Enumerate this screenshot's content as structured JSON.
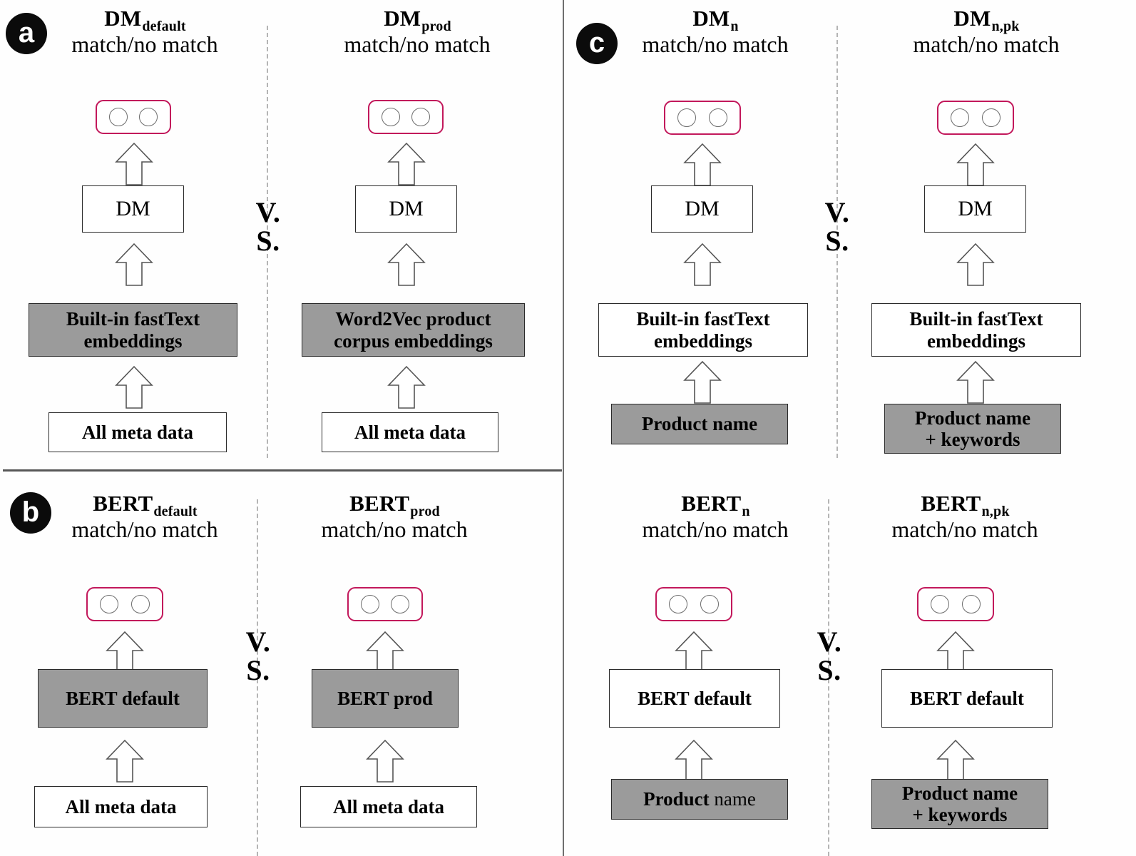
{
  "figure": {
    "panels": [
      {
        "id": "a",
        "badge": "a",
        "columns": [
          {
            "title_model": "DM",
            "title_sub_script": "default",
            "title_sub": "match/no match",
            "nodes": [
              {
                "label": "DM",
                "style": "plain-white"
              },
              {
                "label": "Built-in fastText embeddings",
                "style": "bold-gray"
              },
              {
                "label": "All meta data",
                "style": "bold-white"
              }
            ]
          },
          {
            "title_model": "DM",
            "title_sub_script": "prod",
            "title_sub": "match/no match",
            "nodes": [
              {
                "label": "DM",
                "style": "plain-white"
              },
              {
                "label": "Word2Vec product corpus embeddings",
                "style": "bold-gray"
              },
              {
                "label": "All meta data",
                "style": "bold-white"
              }
            ]
          }
        ]
      },
      {
        "id": "b",
        "badge": "b",
        "columns": [
          {
            "title_model": "BERT",
            "title_sub_script": "default",
            "title_sub": "match/no match",
            "nodes": [
              {
                "label": "BERT default",
                "style": "bold-gray"
              },
              {
                "label": "All meta data",
                "style": "bold-white"
              }
            ]
          },
          {
            "title_model": "BERT",
            "title_sub_script": "prod",
            "title_sub": "match/no match",
            "nodes": [
              {
                "label": "BERT prod",
                "style": "bold-gray"
              },
              {
                "label": "All meta data",
                "style": "bold-white"
              }
            ]
          }
        ]
      },
      {
        "id": "c",
        "badge": "c",
        "columns": [
          {
            "title_model": "DM",
            "title_sub_script": "n",
            "title_sub": "match/no match",
            "nodes": [
              {
                "label": "DM",
                "style": "plain-white"
              },
              {
                "label": "Built-in fastText embeddings",
                "style": "bold-white"
              },
              {
                "label": "Product name",
                "style": "bold-gray"
              }
            ]
          },
          {
            "title_model": "DM",
            "title_sub_script": "n,pk",
            "title_sub": "match/no match",
            "nodes": [
              {
                "label": "DM",
                "style": "plain-white"
              },
              {
                "label": "Built-in fastText embeddings",
                "style": "bold-white"
              },
              {
                "label": "Product name + keywords",
                "style": "bold-gray"
              }
            ]
          },
          {
            "title_model": "BERT",
            "title_sub_script": "n",
            "title_sub": "match/no match",
            "nodes": [
              {
                "label": "BERT default",
                "style": "bold-white"
              },
              {
                "label": "Product name",
                "style": "mixed-gray"
              }
            ]
          },
          {
            "title_model": "BERT",
            "title_sub_script": "n,pk",
            "title_sub": "match/no match",
            "nodes": [
              {
                "label": "BERT default",
                "style": "bold-white"
              },
              {
                "label": "Product name + keywords",
                "style": "bold-gray"
              }
            ]
          }
        ]
      }
    ],
    "vs_label": {
      "line1": "V.",
      "line2": "S."
    },
    "colors": {
      "chip_border": "#c2185b",
      "gray_fill": "#9b9b9b",
      "box_border": "#2a2a2a",
      "badge_fill": "#0b0b0b",
      "divider": "#6f6f6f"
    },
    "labels": {
      "a": {
        "t1_model": "DM",
        "t1_script": "default",
        "t1_sub": "match/no match",
        "t2_model": "DM",
        "t2_script": "prod",
        "t2_sub": "match/no match",
        "mid1": "DM",
        "mid2": "DM",
        "emb1_l1": "Built-in fastText",
        "emb1_l2": "embeddings",
        "emb2_l1": "Word2Vec product",
        "emb2_l2": "corpus embeddings",
        "in1": "All meta data",
        "in2": "All meta data"
      },
      "b": {
        "t1_model": "BERT",
        "t1_script": "default",
        "t1_sub": "match/no match",
        "t2_model": "BERT",
        "t2_script": "prod",
        "t2_sub": "match/no match",
        "mid1": "BERT default",
        "mid2": "BERT prod",
        "in1": "All meta data",
        "in2": "All meta data"
      },
      "c_top": {
        "t1_model": "DM",
        "t1_script": "n",
        "t1_sub": "match/no match",
        "t2_model": "DM",
        "t2_script": "n,pk",
        "t2_sub": "match/no match",
        "mid1": "DM",
        "mid2": "DM",
        "emb1_l1": "Built-in fastText",
        "emb1_l2": "embeddings",
        "emb2_l1": "Built-in fastText",
        "emb2_l2": "embeddings",
        "in1": "Product name",
        "in2_l1": "Product name",
        "in2_l2": "+ keywords"
      },
      "c_bottom": {
        "t1_model": "BERT",
        "t1_script": "n",
        "t1_sub": "match/no match",
        "t2_model": "BERT",
        "t2_script": "n,pk",
        "t2_sub": "match/no match",
        "mid1": "BERT default",
        "mid2": "BERT default",
        "in1_bold": "Product",
        "in1_light": " name",
        "in2_l1": "Product name",
        "in2_l2": "+ keywords"
      },
      "badge_a": "a",
      "badge_b": "b",
      "badge_c": "c",
      "vs1": "V.",
      "vs2": "S."
    }
  }
}
